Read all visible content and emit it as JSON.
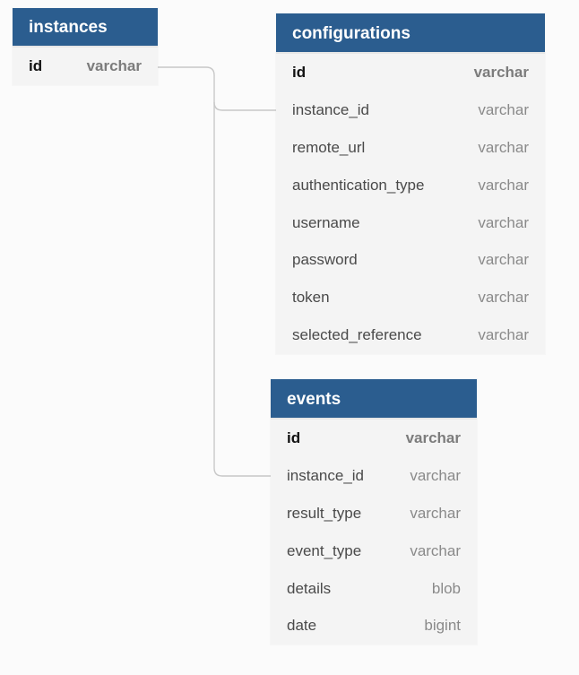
{
  "tables": {
    "instances": {
      "title": "instances",
      "columns": [
        {
          "name": "id",
          "type": "varchar",
          "pk": true
        }
      ]
    },
    "configurations": {
      "title": "configurations",
      "columns": [
        {
          "name": "id",
          "type": "varchar",
          "pk": true
        },
        {
          "name": "instance_id",
          "type": "varchar"
        },
        {
          "name": "remote_url",
          "type": "varchar"
        },
        {
          "name": "authentication_type",
          "type": "varchar"
        },
        {
          "name": "username",
          "type": "varchar"
        },
        {
          "name": "password",
          "type": "varchar"
        },
        {
          "name": "token",
          "type": "varchar"
        },
        {
          "name": "selected_reference",
          "type": "varchar"
        }
      ]
    },
    "events": {
      "title": "events",
      "columns": [
        {
          "name": "id",
          "type": "varchar",
          "pk": true
        },
        {
          "name": "instance_id",
          "type": "varchar"
        },
        {
          "name": "result_type",
          "type": "varchar"
        },
        {
          "name": "event_type",
          "type": "varchar"
        },
        {
          "name": "details",
          "type": "blob"
        },
        {
          "name": "date",
          "type": "bigint"
        }
      ]
    }
  },
  "colors": {
    "header_bg": "#2b5d8f",
    "table_bg": "#f4f4f4",
    "connector": "#c8c8c8"
  }
}
